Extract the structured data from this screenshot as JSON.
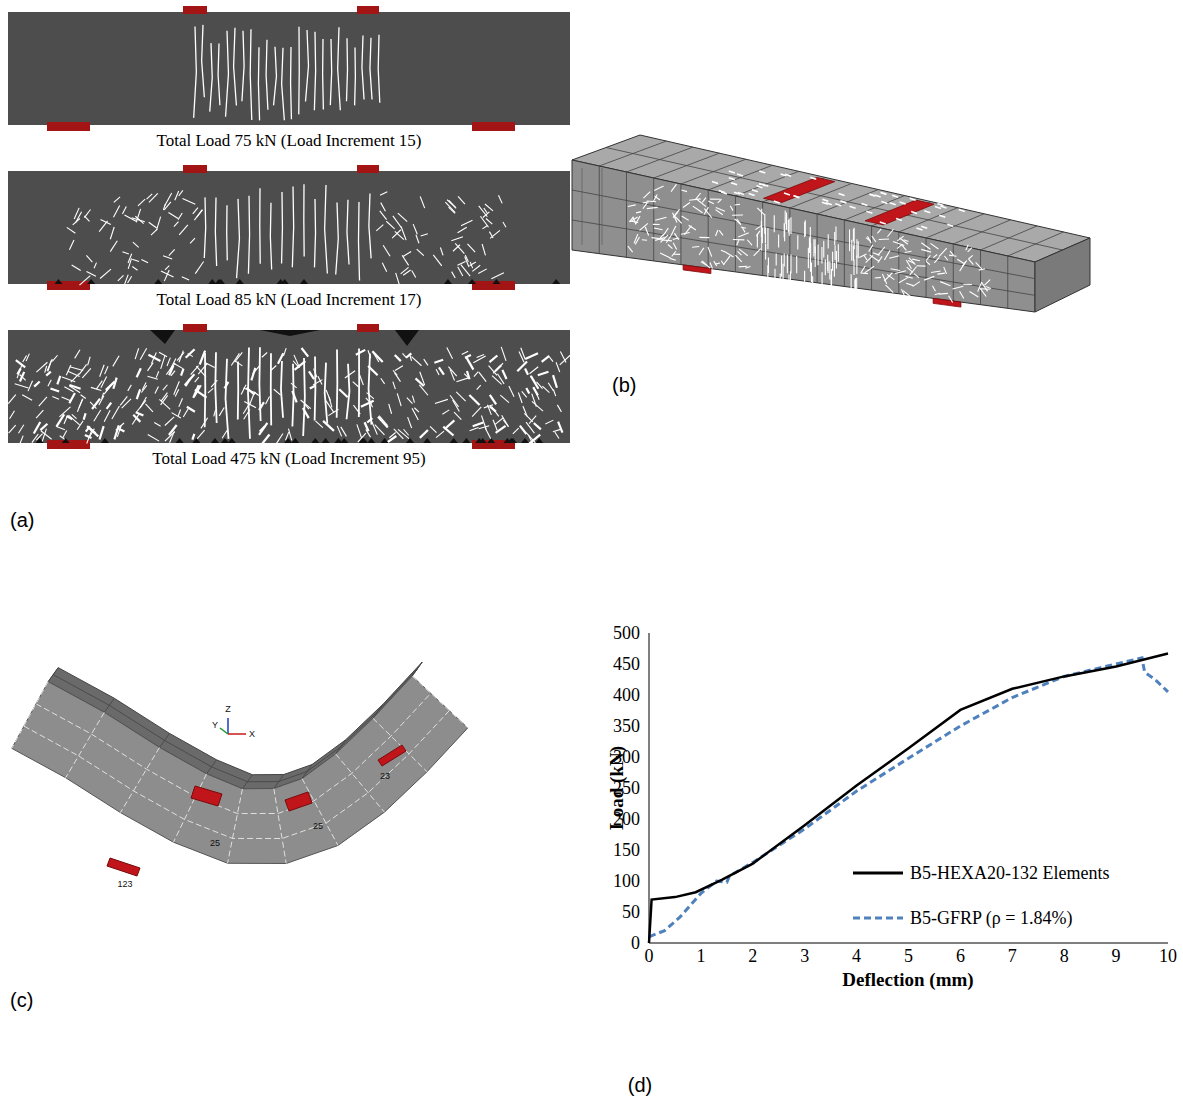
{
  "diagram": {
    "labels": [
      "Total Load 75 kN (Load Increment 15)",
      "Total Load 85 kN (Load Increment 17)",
      "Total Load 475 kN (Load Increment 95)",
      "(a)",
      "(b)",
      "(c)",
      "(d)",
      "Z",
      "Y",
      "X",
      "25",
      "25",
      "23",
      "123",
      "500",
      "450",
      "400",
      "350",
      "300",
      "250",
      "200",
      "150",
      "100",
      "50",
      "0",
      "0",
      "1",
      "2",
      "3",
      "4",
      "5",
      "6",
      "7",
      "8",
      "9",
      "10",
      "Load (kN)",
      "Deflection (mm)"
    ],
    "legend": [
      {
        "text": "B5-HEXA20-132 Elements"
      },
      {
        "text": "B5-GFRP (ρ = 1.84%)"
      }
    ]
  }
}
